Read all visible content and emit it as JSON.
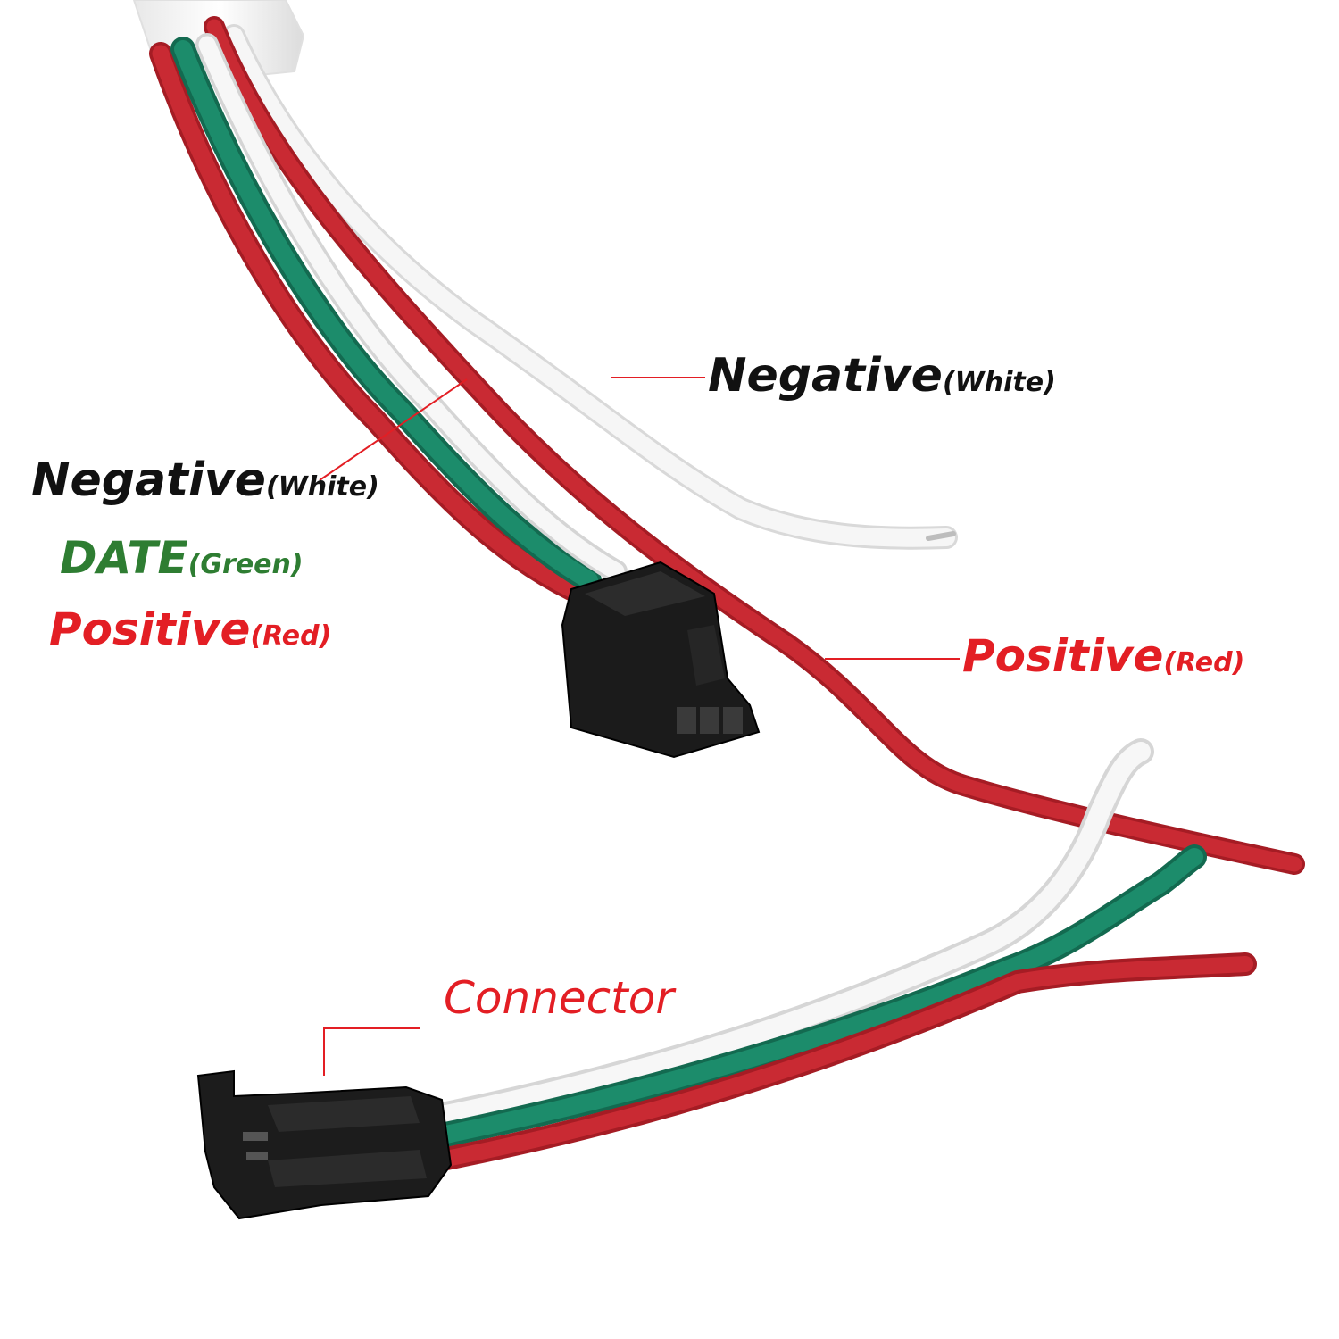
{
  "colors": {
    "label_black": "#111111",
    "label_green": "#2e7d32",
    "label_red": "#e31e24",
    "wire_red": "#c0212b",
    "wire_green": "#1a8a6a",
    "wire_white": "#f4f4f4",
    "connector_black": "#1b1b1b"
  },
  "labels": {
    "neg_right_main": "Negative",
    "neg_right_sub": "(White)",
    "neg_left_main": "Negative",
    "neg_left_sub": "(White)",
    "data_main": "DATE",
    "data_sub": "(Green)",
    "pos_left_main": "Positive",
    "pos_left_sub": "(Red)",
    "pos_right_main": "Positive",
    "pos_right_sub": "(Red)",
    "connector": "Connector"
  }
}
